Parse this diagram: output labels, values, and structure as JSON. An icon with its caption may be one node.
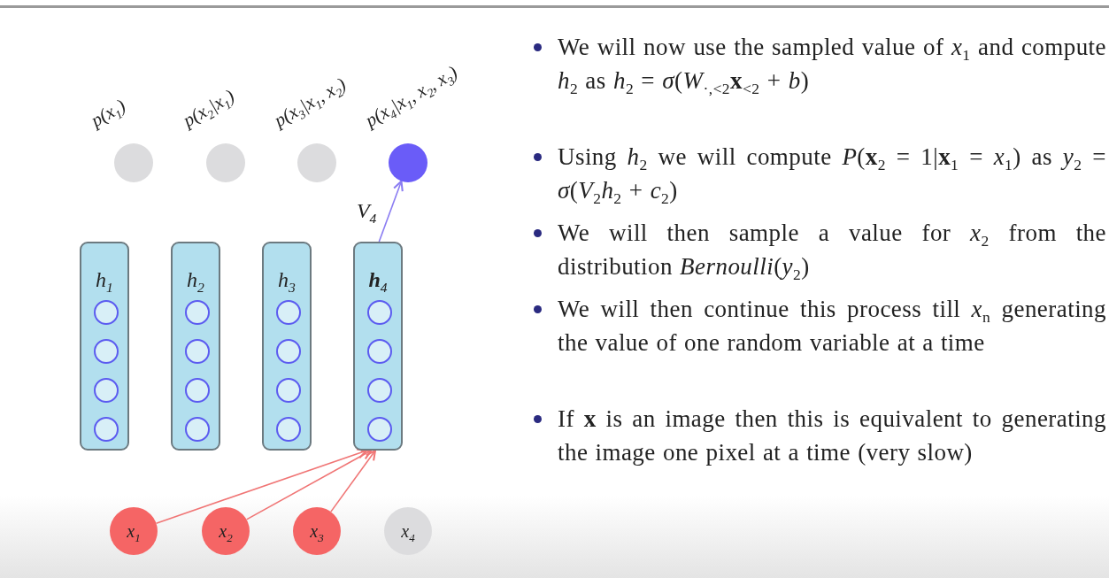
{
  "diagram": {
    "nodes": [
      {
        "text": [
          "p(x$_{1}$)"
        ]
      },
      {
        "text": [
          "p(x$_{2}$|x$_{1}$)"
        ]
      },
      {
        "text": [
          "p(x$_{3}$|x$_{1}$, x$_{2}$)"
        ]
      },
      {
        "text": [
          "p(x$_{4}$|x$_{1}$, x$_{2}$, x$_{3}$)"
        ]
      },
      {
        "text": [
          "h$_{1}$"
        ]
      },
      {
        "text": [
          "h$_{2}$"
        ]
      },
      {
        "text": [
          "h$_{3}$"
        ]
      },
      {
        "text": [
          "**h**$_{4}$"
        ]
      },
      {
        "text": [],
        "shape": "circle",
        "in": 4
      },
      {
        "text": [],
        "shape": "circle",
        "in": 4
      },
      {
        "text": [],
        "shape": "circle",
        "in": 4
      },
      {
        "text": [],
        "shape": "circle",
        "in": 4
      },
      {
        "text": [],
        "shape": "circle",
        "in": 5
      },
      {
        "text": [],
        "shape": "circle",
        "in": 5
      },
      {
        "text": [],
        "shape": "circle",
        "in": 5
      },
      {
        "text": [],
        "shape": "circle",
        "in": 5
      },
      {
        "text": [],
        "shape": "circle",
        "in": 6
      },
      {
        "text": [],
        "shape": "circle",
        "in": 6
      },
      {
        "text": [],
        "shape": "circle",
        "in": 6
      },
      {
        "text": [],
        "shape": "circle",
        "in": 6
      },
      {
        "text": [],
        "shape": "circle",
        "in": 7
      },
      {
        "text": [],
        "shape": "circle",
        "in": 7
      },
      {
        "text": [],
        "shape": "circle",
        "in": 7
      },
      {
        "text": [],
        "shape": "circle",
        "in": 7
      },
      {
        "text": [
          "x$_{1}$"
        ]
      },
      {
        "text": [
          "x$_{2}$"
        ]
      },
      {
        "text": [
          "x$_{3}$"
        ]
      },
      {
        "text": [
          "x$_{4}$"
        ]
      }
    ],
    "edges": [
      {
        "from": 24,
        "to": 7,
        "arrow": "to",
        "color": "#f07575"
      },
      {
        "from": 25,
        "to": 7,
        "arrow": "to",
        "color": "#f07575"
      },
      {
        "from": 26,
        "to": 7,
        "arrow": "to",
        "color": "#f07575"
      },
      {
        "from": 7,
        "to": 3,
        "arrow": "to",
        "label": "V$_{4}$",
        "color": "#8a7cf2"
      }
    ],
    "labels": [
      "We will now use the sampled value of *x*$_{1}$ and compute *h*$_{2}$ as *h*$_{2}$ = *σ*(*W*$_{·,<2}$**x**$_{<2}$ + *b*)",
      "Using *h*$_{2}$ we will compute *P*(**x**$_{2}$ = 1|**x**$_{1}$ = *x*$_{1}$) as *y*$_{2}$ = *σ*(*V*$_{2}$*h*$_{2}$ + *c*$_{2}$)",
      "We will then sample a value for *x*$_{2}$ from the distribution *Bernoulli*(*y*$_{2}$)",
      "We will then continue this process till *x*$_{n}$ generating the value of one random variable at a time",
      "If **x** is an image then this is equivalent to generating the image one pixel at a time (very slow)"
    ]
  }
}
